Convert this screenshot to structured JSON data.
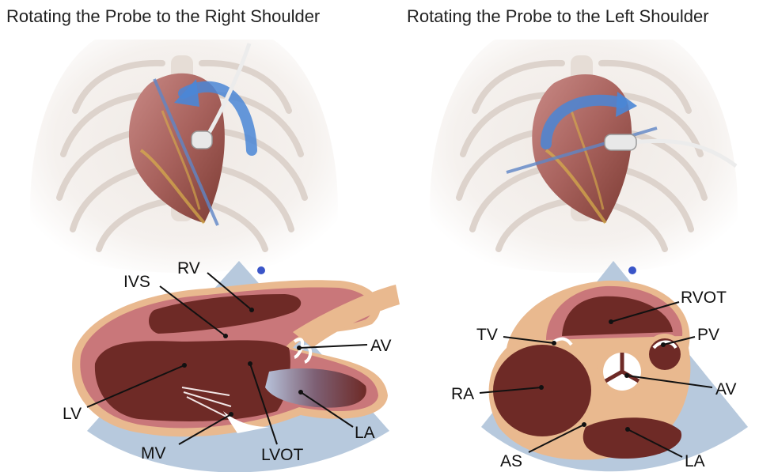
{
  "titles": {
    "left": "Rotating the Probe to the Right Shoulder",
    "right": "Rotating the Probe to the Left Shoulder"
  },
  "left_labels": {
    "rv": "RV",
    "ivs": "IVS",
    "av": "AV",
    "lv": "LV",
    "la": "LA",
    "mv": "MV",
    "lvot": "LVOT"
  },
  "right_labels": {
    "rvot": "RVOT",
    "tv": "TV",
    "pv": "PV",
    "ra": "RA",
    "av": "AV",
    "as": "AS",
    "la": "LA"
  },
  "colors": {
    "sector": "#b7c9dd",
    "myocardium": "#c9777a",
    "chamber": "#6e2a26",
    "epicardium": "#e9b98f",
    "arrow": "#4a86d6",
    "marker_dot": "#3a55c8"
  }
}
